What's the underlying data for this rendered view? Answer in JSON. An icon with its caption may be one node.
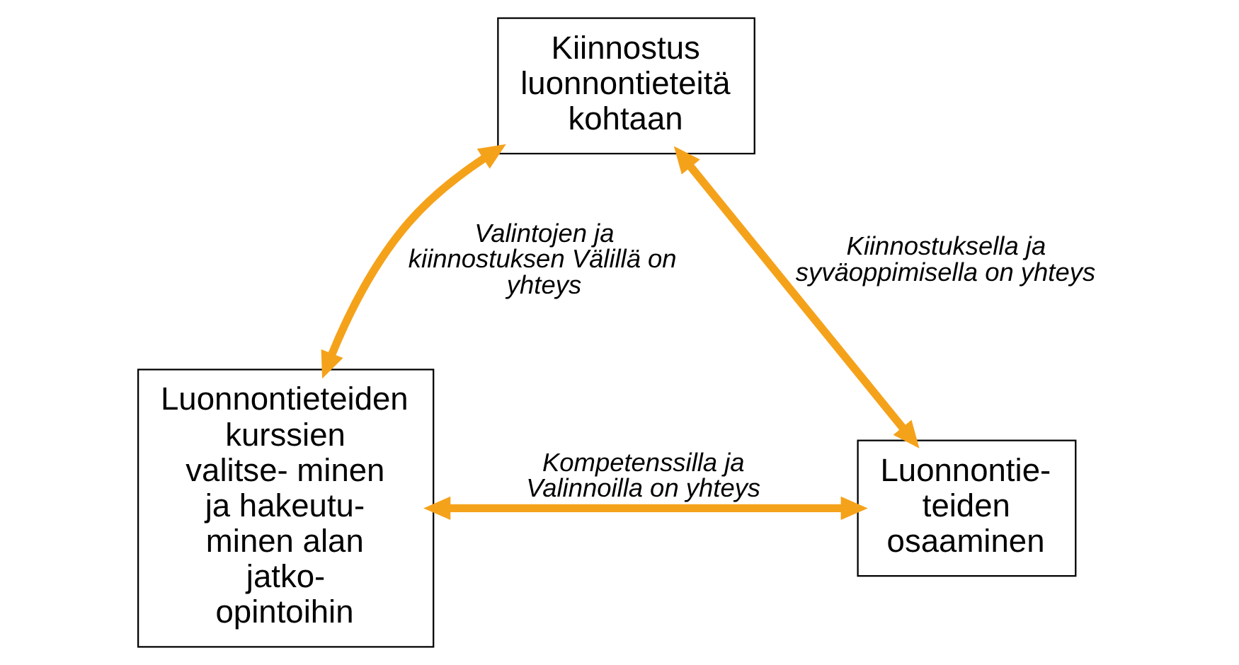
{
  "diagram": {
    "nodes": [
      {
        "text": [
          "Kiinnostus luonnontieteitä kohtaan"
        ]
      },
      {
        "text": [
          "Luonnontieteiden kurssien valitse- minen ja hakeutu- minen alan jatko- opintoihin"
        ]
      },
      {
        "text": [
          "Luonnontie- teiden osaaminen"
        ]
      }
    ],
    "edges": [
      {
        "from": 0,
        "to": 1,
        "arrow": "both",
        "label": "Valintojen ja kiinnostuksen Välillä on yhteys"
      },
      {
        "from": 0,
        "to": 2,
        "arrow": "both",
        "label": "Kiinnostuksella ja syväoppimisella on yhteys"
      },
      {
        "from": 1,
        "to": 2,
        "arrow": "both",
        "label": "Kompetenssilla ja Valinnoilla on yhteys"
      }
    ]
  }
}
